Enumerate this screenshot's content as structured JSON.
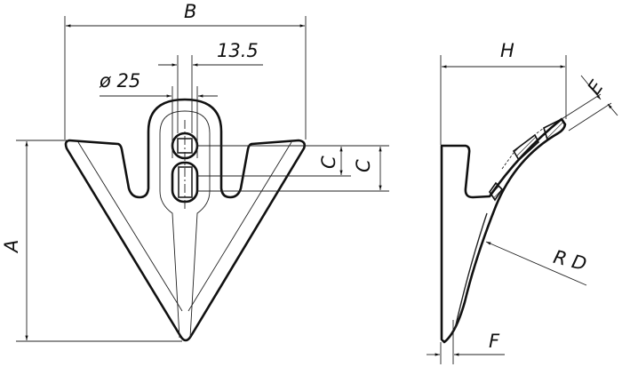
{
  "labels": {
    "width": "B",
    "pitch": "13.5",
    "diameter": "ø 25",
    "height": "A",
    "hole_spacing_1": "C",
    "hole_spacing_2": "C",
    "depth": "H",
    "thickness": "E",
    "radius": "R D",
    "tip_offset": "F"
  }
}
